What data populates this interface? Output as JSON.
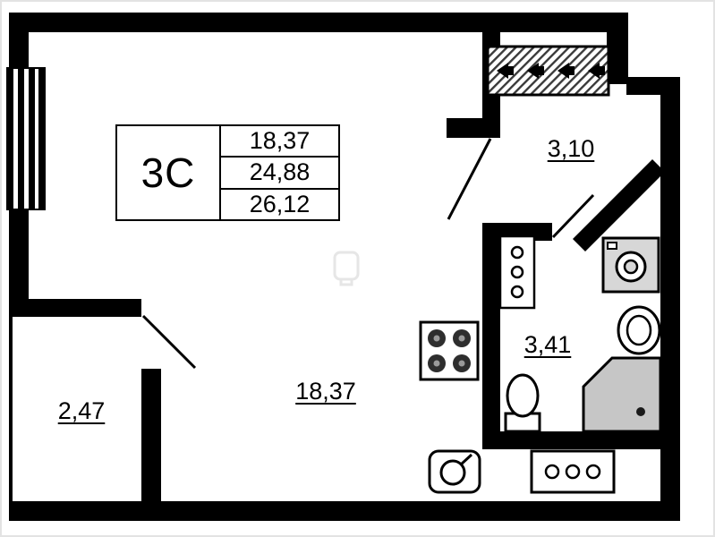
{
  "colors": {
    "wall": "#000000",
    "background": "#ffffff",
    "shower_fill": "#c6c6c6",
    "appliance_fill": "#d7d7d7",
    "watermark": "#e6e6e6"
  },
  "unit_card": {
    "code": "3C",
    "areas": [
      "18,37",
      "24,88",
      "26,12"
    ]
  },
  "rooms": {
    "living": {
      "label": "18,37"
    },
    "hallway": {
      "label": "3,10"
    },
    "bathroom": {
      "label": "3,41"
    },
    "balcony": {
      "label": "2,47"
    }
  },
  "icons": [
    "vent-speaker-icon",
    "window-icon",
    "entrance-door-icon",
    "bathroom-door-icon",
    "balcony-door-icon",
    "stove-icon",
    "kitchen-sink-icon",
    "cabinet-icon",
    "heater-icon",
    "washing-machine-icon",
    "bathroom-sink-icon",
    "toilet-icon",
    "shower-icon"
  ]
}
